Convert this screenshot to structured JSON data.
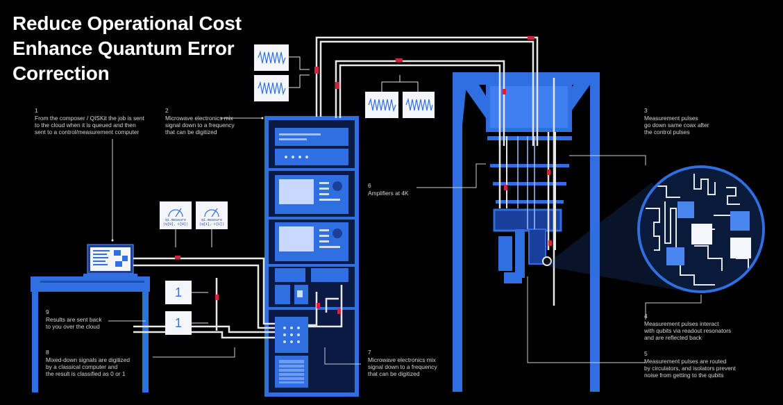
{
  "title_lines": [
    "Reduce Operational Cost",
    "Enhance Quantum Error",
    "Correction"
  ],
  "steps": [
    {
      "num": "1",
      "text": "From the composer / QISKit the job is sent\nto the cloud when it is queued and then\nsent to a control/measurement computer"
    },
    {
      "num": "2",
      "text": "Microwave electronics mix\nsignal down to a frequency\nthat can be digitized"
    },
    {
      "num": "3",
      "text": "Measurement pulses\ngo down same coax after\nthe control pulses"
    },
    {
      "num": "4",
      "text": "Measurement pulses interact\nwith qubits via readout resonators\nand are reflected back"
    },
    {
      "num": "5",
      "text": "Measurement pulses are routed\nby circulators, and isolators prevent\nnoise from getting to the qubits"
    },
    {
      "num": "6",
      "text": "Amplifiers at 4K"
    },
    {
      "num": "7",
      "text": "Microwave electronics mix\nsignal down to a frequency\nthat can be digitized"
    },
    {
      "num": "8",
      "text": "Mixed-down signals are digitized\nby a classical computer and\nthe result is classified as 0 or 1"
    },
    {
      "num": "9",
      "text": "Results are sent back\nto you over the cloud"
    }
  ],
  "result_cards": [
    "1",
    "1"
  ],
  "measure_cards": [
    {
      "label": "q1.measure",
      "args": "(q[0], c[0])"
    },
    {
      "label": "q1.measure",
      "args": "(q[1], c[1])"
    }
  ],
  "colors": {
    "background": "#000000",
    "structure_blue": "#2f6fe0",
    "cable_white": "#e8e8e8",
    "connector_red": "#d0253a",
    "card_bg": "#f4f6fb",
    "text_gray": "#d8d8d8"
  },
  "icons": [
    "laptop-icon",
    "waveform-icon",
    "gauge-icon",
    "server-rack-icon",
    "dilution-refrigerator-icon",
    "qubit-chip-icon"
  ]
}
